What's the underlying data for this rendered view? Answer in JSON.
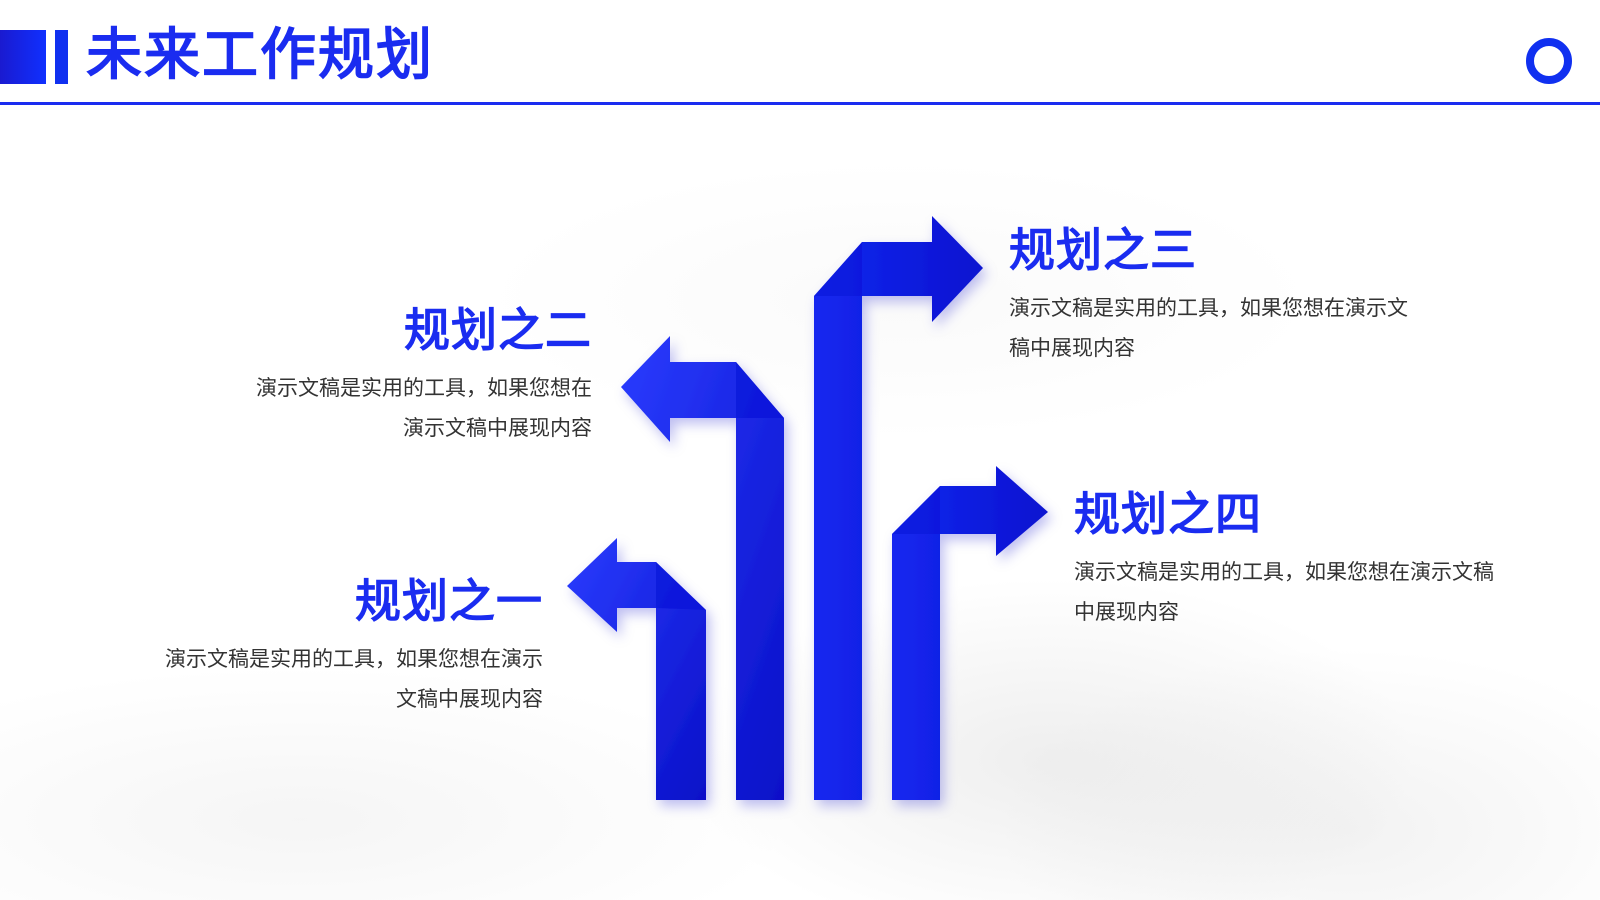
{
  "header": {
    "title": "未来工作规划"
  },
  "plans": [
    {
      "title": "规划之一",
      "text": "演示文稿是实用的工具，如果您想在演示文稿中展现内容"
    },
    {
      "title": "规划之二",
      "text": "演示文稿是实用的工具，如果您想在演示文稿中展现内容"
    },
    {
      "title": "规划之三",
      "text": "演示文稿是实用的工具，如果您想在演示文稿中展现内容"
    },
    {
      "title": "规划之四",
      "text": "演示文稿是实用的工具，如果您想在演示文稿中展现内容"
    }
  ],
  "colors": {
    "accent": "#1a2cf0",
    "accent_dark": "#0c0fd0",
    "text": "#333333"
  },
  "icons": [
    "ring-icon",
    "arrow-left-icon",
    "arrow-right-icon"
  ]
}
